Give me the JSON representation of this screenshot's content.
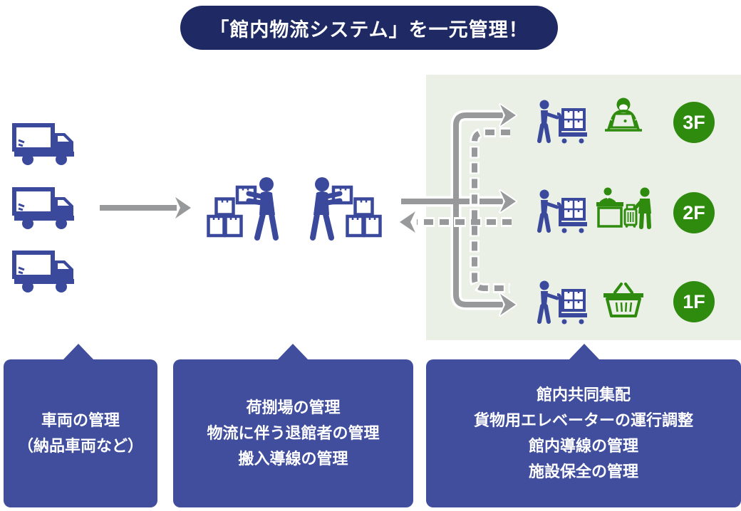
{
  "title": "「館内物流システム」を一元管理！",
  "colors": {
    "banner_navy": "#1f2a64",
    "icon_blue": "#3a499c",
    "card_blue": "#404e9d",
    "green": "#2e8b0e",
    "panel_bg": "#eaf0e6",
    "arrow_gray": "#97999b",
    "arrow_outline": "#ffffff"
  },
  "icons": {
    "delivery-truck": "blue truck silhouette",
    "loading-dock-workers": "two workers passing boxes with box stacks",
    "porter-cart": "worker pushing cart loaded with boxes",
    "office-worker": "person working at laptop",
    "reception-desk": "reception counter with guest and suitcase",
    "shopping-basket": "shopping basket",
    "solid-arrow": "delivery route",
    "dashed-arrow": "return route"
  },
  "floors": [
    {
      "label": "3F",
      "destination_icon": "office-worker-icon"
    },
    {
      "label": "2F",
      "destination_icon": "reception-desk-icon"
    },
    {
      "label": "1F",
      "destination_icon": "shopping-basket-icon"
    }
  ],
  "cards": [
    {
      "lines": [
        "車両の管理",
        "（納品車両など）"
      ]
    },
    {
      "lines": [
        "荷捌場の管理",
        "物流に伴う退館者の管理",
        "搬入導線の管理"
      ]
    },
    {
      "lines": [
        "館内共同集配",
        "貨物用エレベーターの運行調整",
        "館内導線の管理",
        "施設保全の管理"
      ]
    }
  ]
}
